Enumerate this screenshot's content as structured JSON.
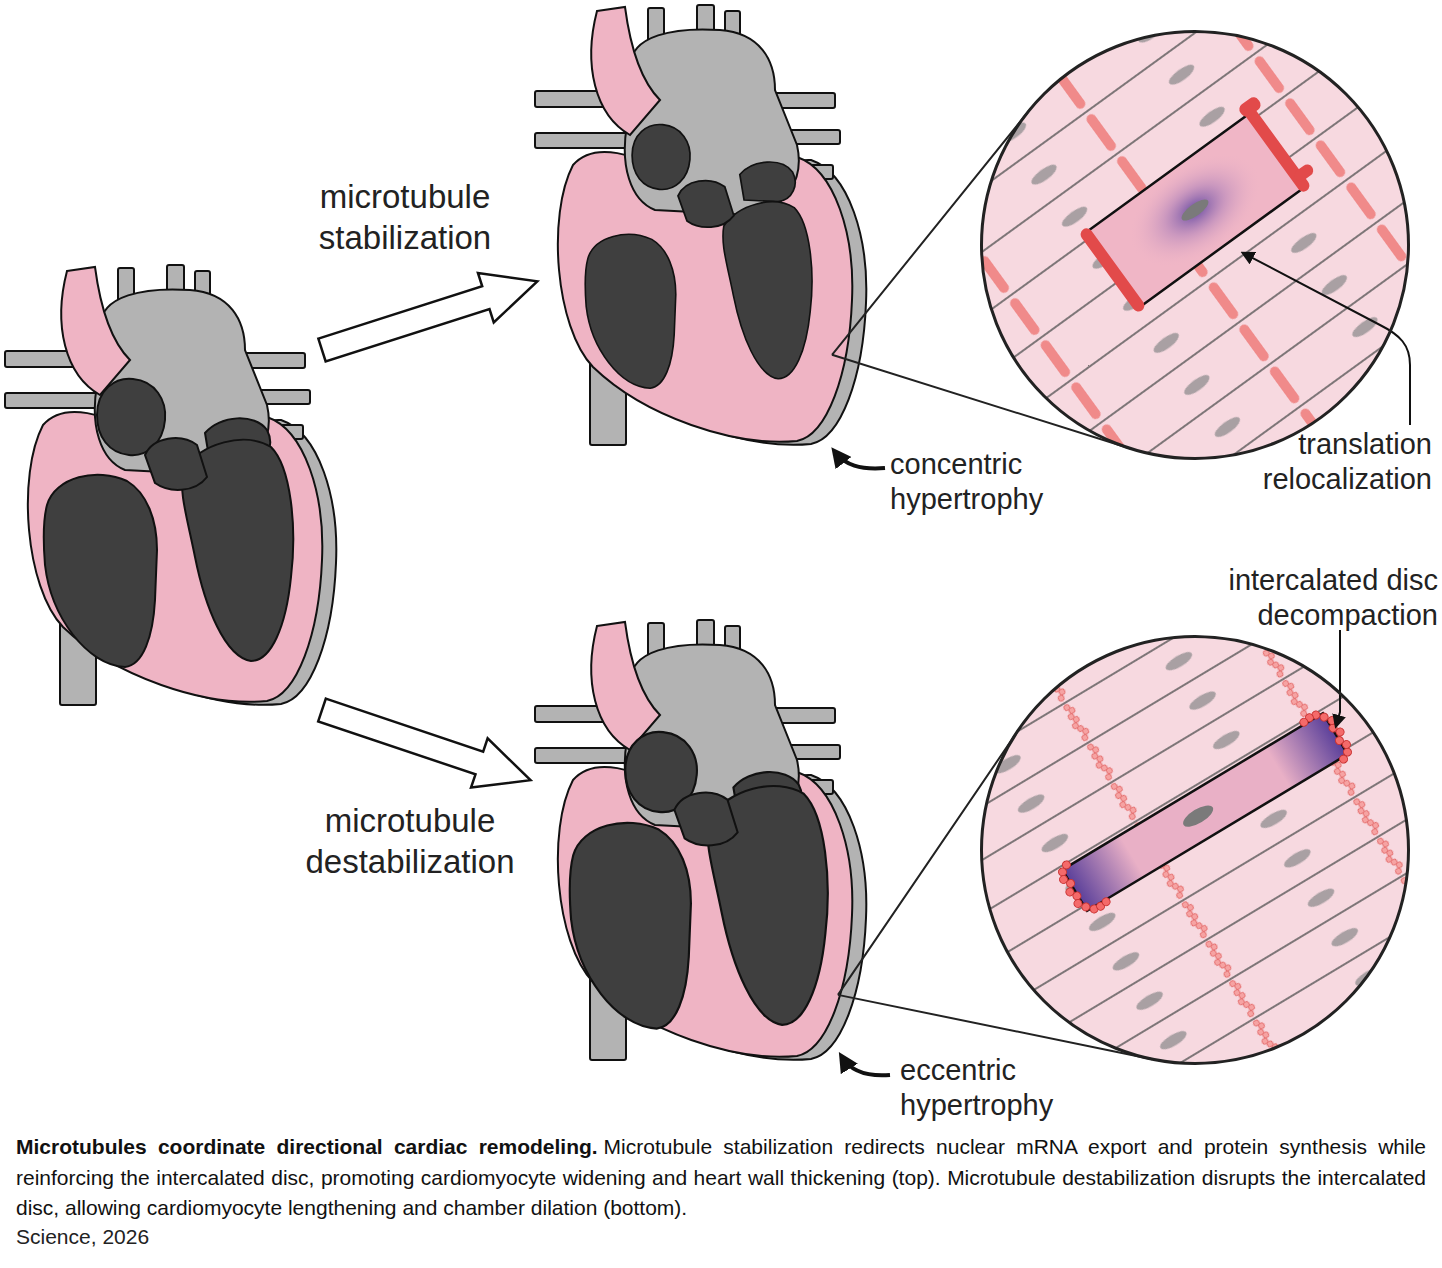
{
  "diagram": {
    "title": "Microtubules coordinate directional cardiac remodeling.",
    "caption": "Microtubule stabilization redirects nuclear mRNA export and protein synthesis while reinforcing the intercalated disc, promoting cardiomyocyte widening and heart wall thickening (top). Microtubule destabilization disrupts the intercalated disc, allowing cardiomyocyte lengthening and chamber dilation (bottom).",
    "nodes": [
      {
        "text": [
          "concentric hypertrophy"
        ]
      },
      {
        "text": [
          "translation relocalization"
        ]
      },
      {
        "text": [
          "eccentric hypertrophy"
        ]
      },
      {
        "text": [
          "intercalated disc decompaction"
        ]
      }
    ],
    "edges": [
      {
        "from": 0,
        "to": 1,
        "arrow": "none"
      },
      {
        "from": 2,
        "to": 3,
        "arrow": "none"
      }
    ],
    "labels": [
      "microtubule stabilization",
      "microtubule destabilization",
      "Science, 2026"
    ]
  }
}
